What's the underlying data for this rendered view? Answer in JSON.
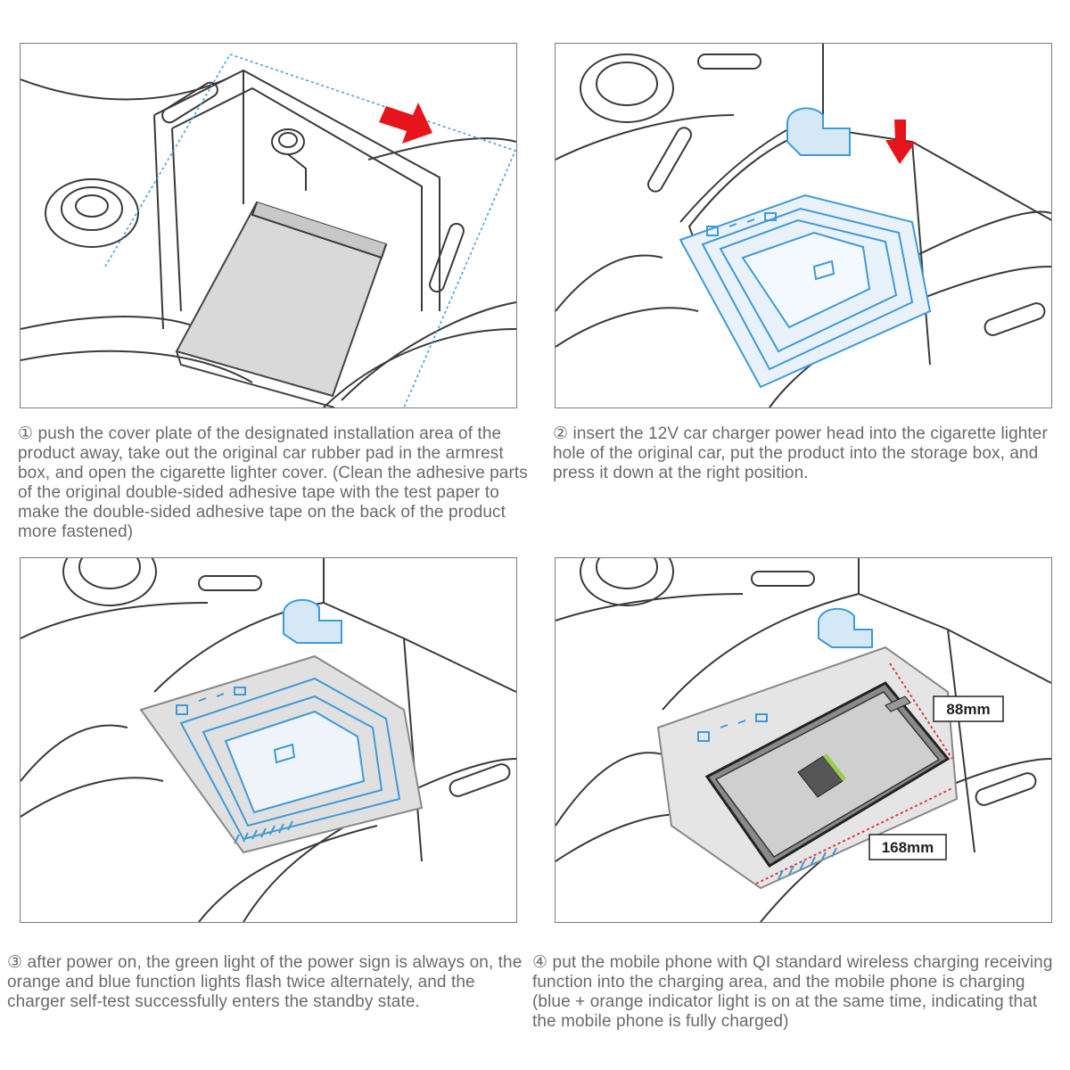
{
  "steps": [
    {
      "number": "①",
      "text": "push the cover plate of the designated installation area of the product away, take out the original car rubber pad in the armrest box, and open the cigarette lighter cover. (Clean the adhesive parts of the original double-sided adhesive tape with the test paper to make the double-sided adhesive tape on the back of the product more fastened)"
    },
    {
      "number": "②",
      "text": "insert the 12V car charger power head into the cigarette lighter hole of the original car, put the product into the storage box, and press it down at the right position."
    },
    {
      "number": "③",
      "text": "after power on, the green light of the power sign is always on, the orange and blue function lights flash twice alternately, and the charger self-test successfully enters the standby state."
    },
    {
      "number": "④",
      "text": "put the mobile phone with QI standard wireless charging receiving function into the charging area, and the mobile phone is charging (blue + orange indicator light is on at the same time, indicating that the mobile phone is fully charged)"
    }
  ],
  "dimensions": {
    "width_label": "88mm",
    "length_label": "168mm"
  },
  "colors": {
    "arrow": "#e8141b",
    "product_outline": "#3f9ad8",
    "dimension_line": "#e23a3a",
    "line_art": "#3a3a3a"
  }
}
